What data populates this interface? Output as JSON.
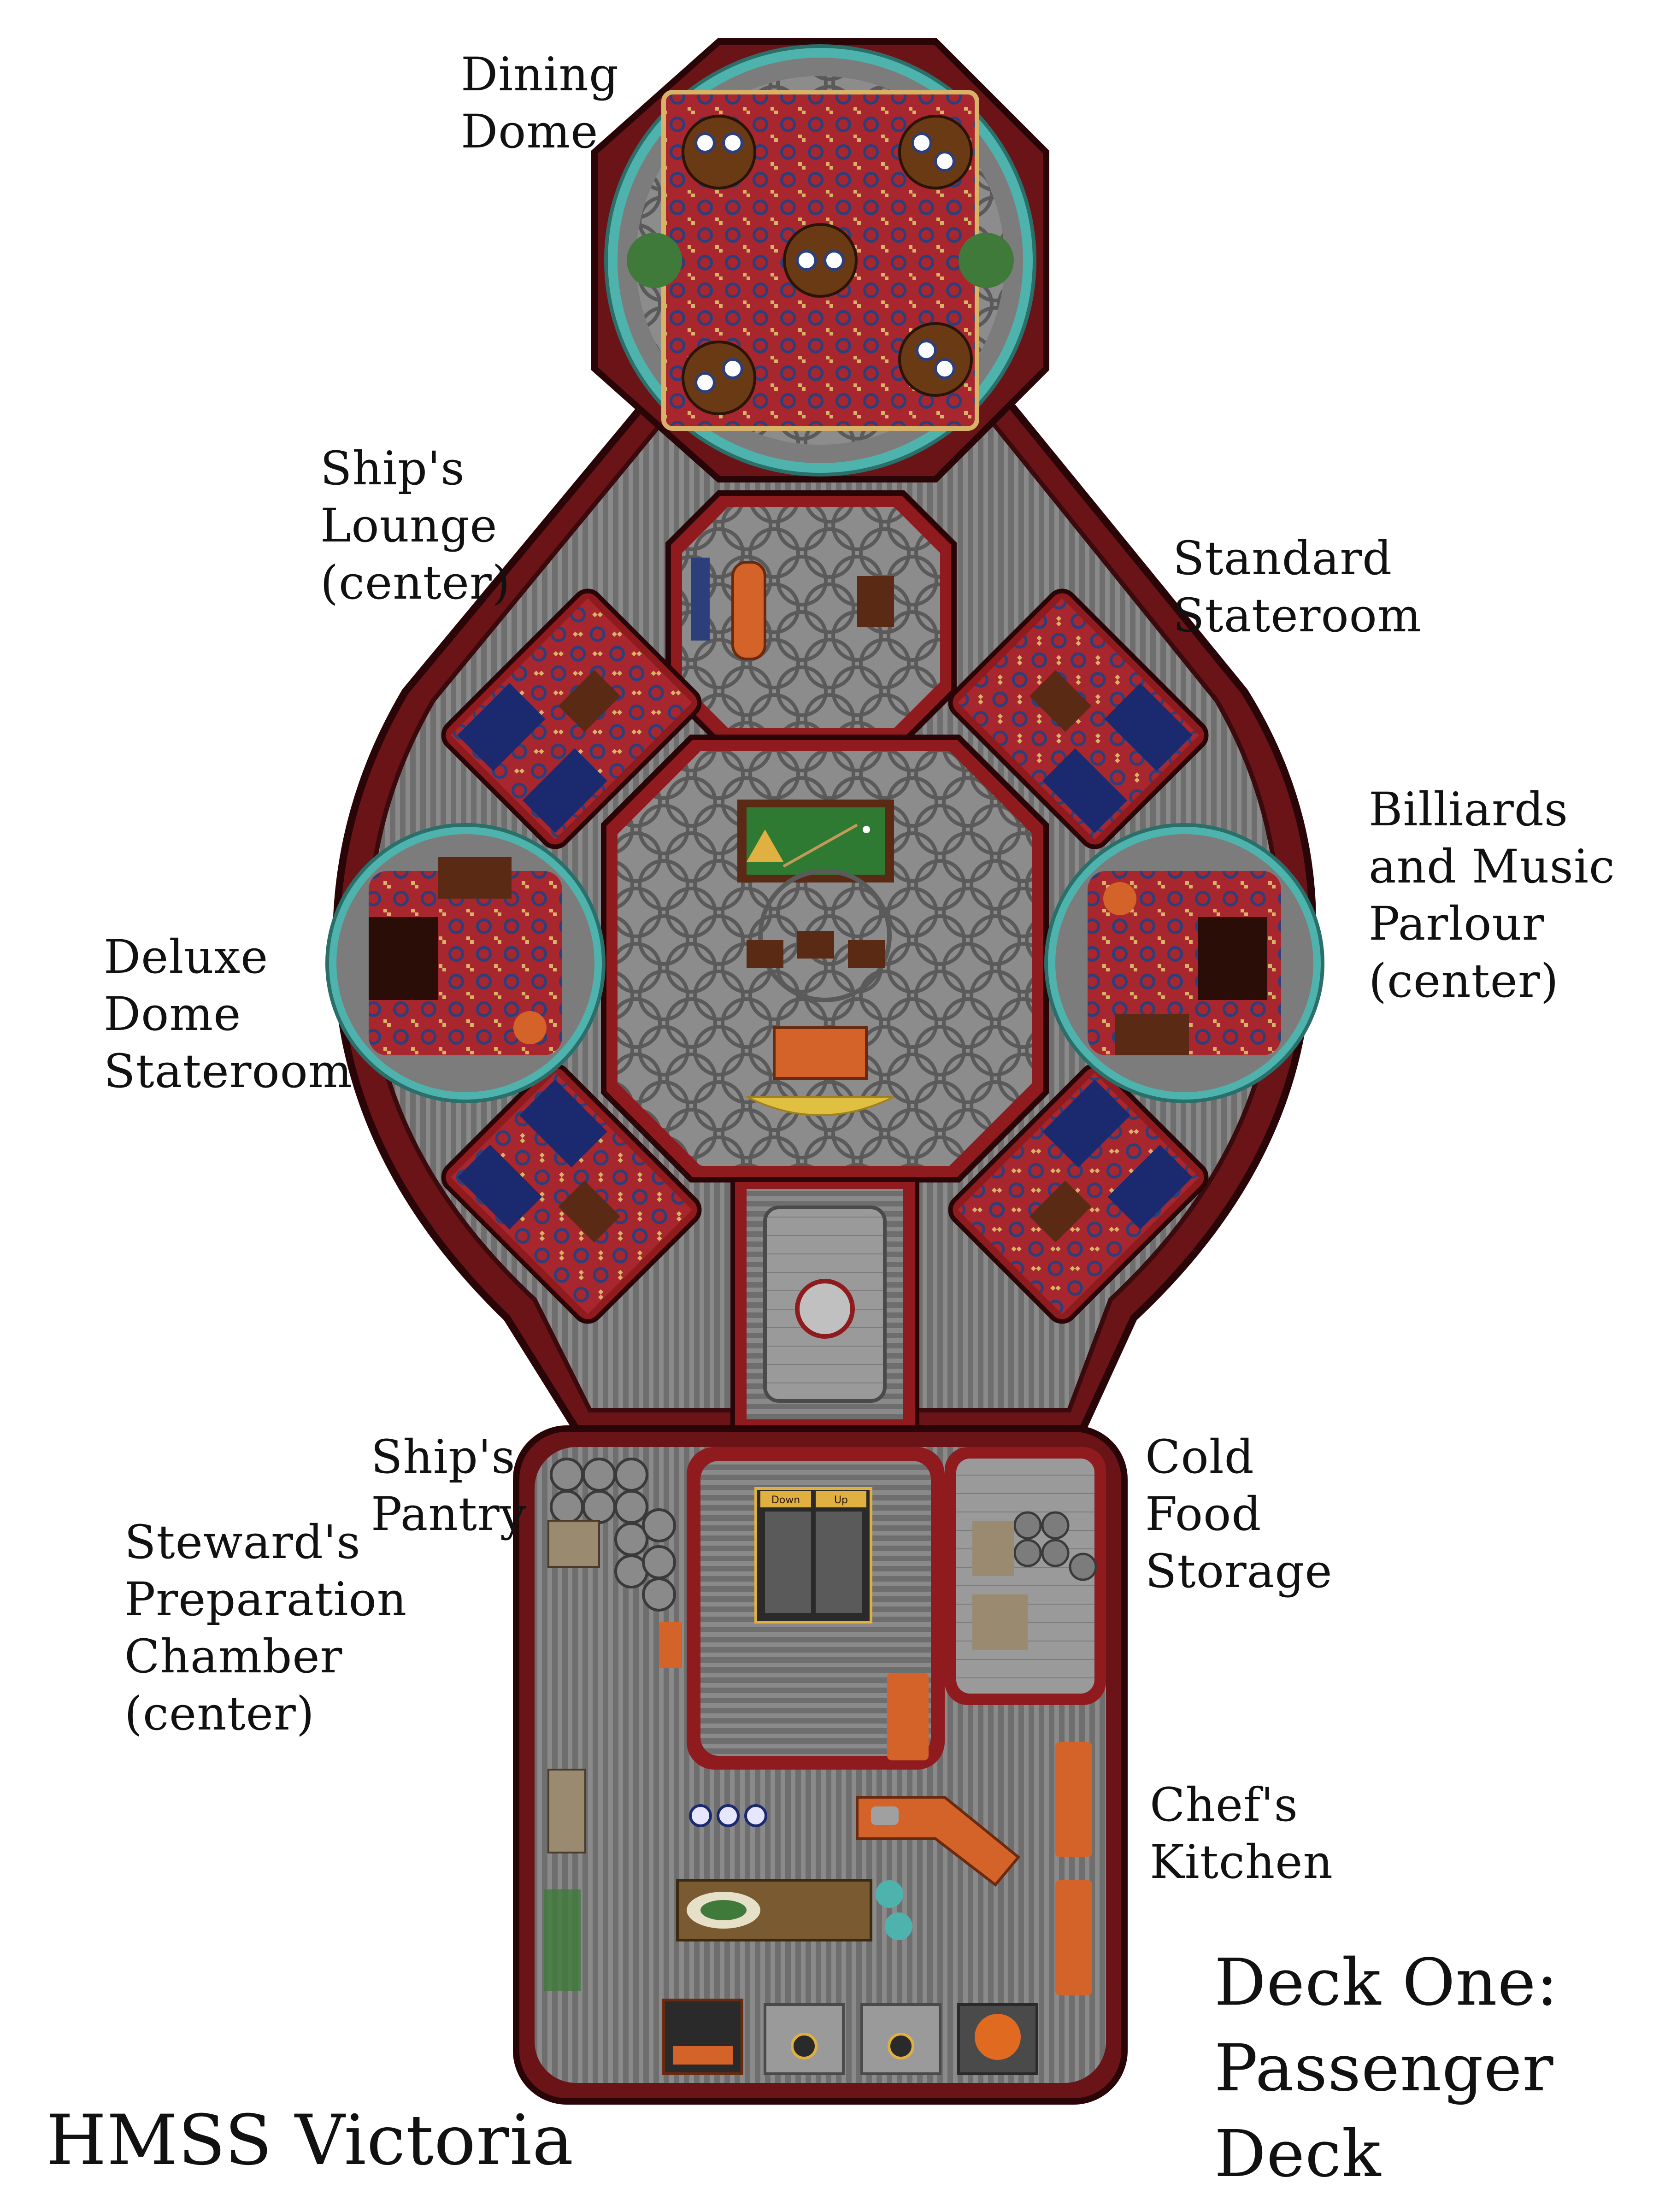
{
  "map": {
    "ship_name": "HMSS Victoria",
    "deck_title": [
      "Deck One:",
      "Passenger",
      "Deck"
    ],
    "stair_labels": {
      "down": "Down",
      "up": "Up"
    },
    "colors": {
      "hull": "#6b1418",
      "hull_dark": "#2a0507",
      "trim_red": "#8f1b1e",
      "floor_grate": "#7a7a7a",
      "carpet_red": "#a8262e",
      "carpet_blue": "#2c3f7a",
      "teal_ring": "#4fb3ad",
      "bed_blue": "#1b2a6e",
      "wood": "#5a2a14",
      "counter_orange": "#d4632a",
      "billiard_green": "#2f7a33"
    },
    "rooms": [
      {
        "id": "dining",
        "lines": [
          "Dining",
          "Dome"
        ]
      },
      {
        "id": "lounge",
        "lines": [
          "Ship's",
          "Lounge",
          "(center)"
        ]
      },
      {
        "id": "standard",
        "lines": [
          "Standard",
          "Stateroom"
        ]
      },
      {
        "id": "billiards",
        "lines": [
          "Billiards",
          "and Music",
          "Parlour",
          "(center)"
        ]
      },
      {
        "id": "deluxe",
        "lines": [
          "Deluxe",
          "Dome",
          "Stateroom"
        ]
      },
      {
        "id": "pantry",
        "lines": [
          "Ship's",
          "Pantry"
        ]
      },
      {
        "id": "steward",
        "lines": [
          "Steward's",
          "Preparation",
          "Chamber",
          "(center)"
        ]
      },
      {
        "id": "cold",
        "lines": [
          "Cold",
          "Food",
          "Storage"
        ]
      },
      {
        "id": "kitchen",
        "lines": [
          "Chef's",
          "Kitchen"
        ]
      }
    ]
  }
}
